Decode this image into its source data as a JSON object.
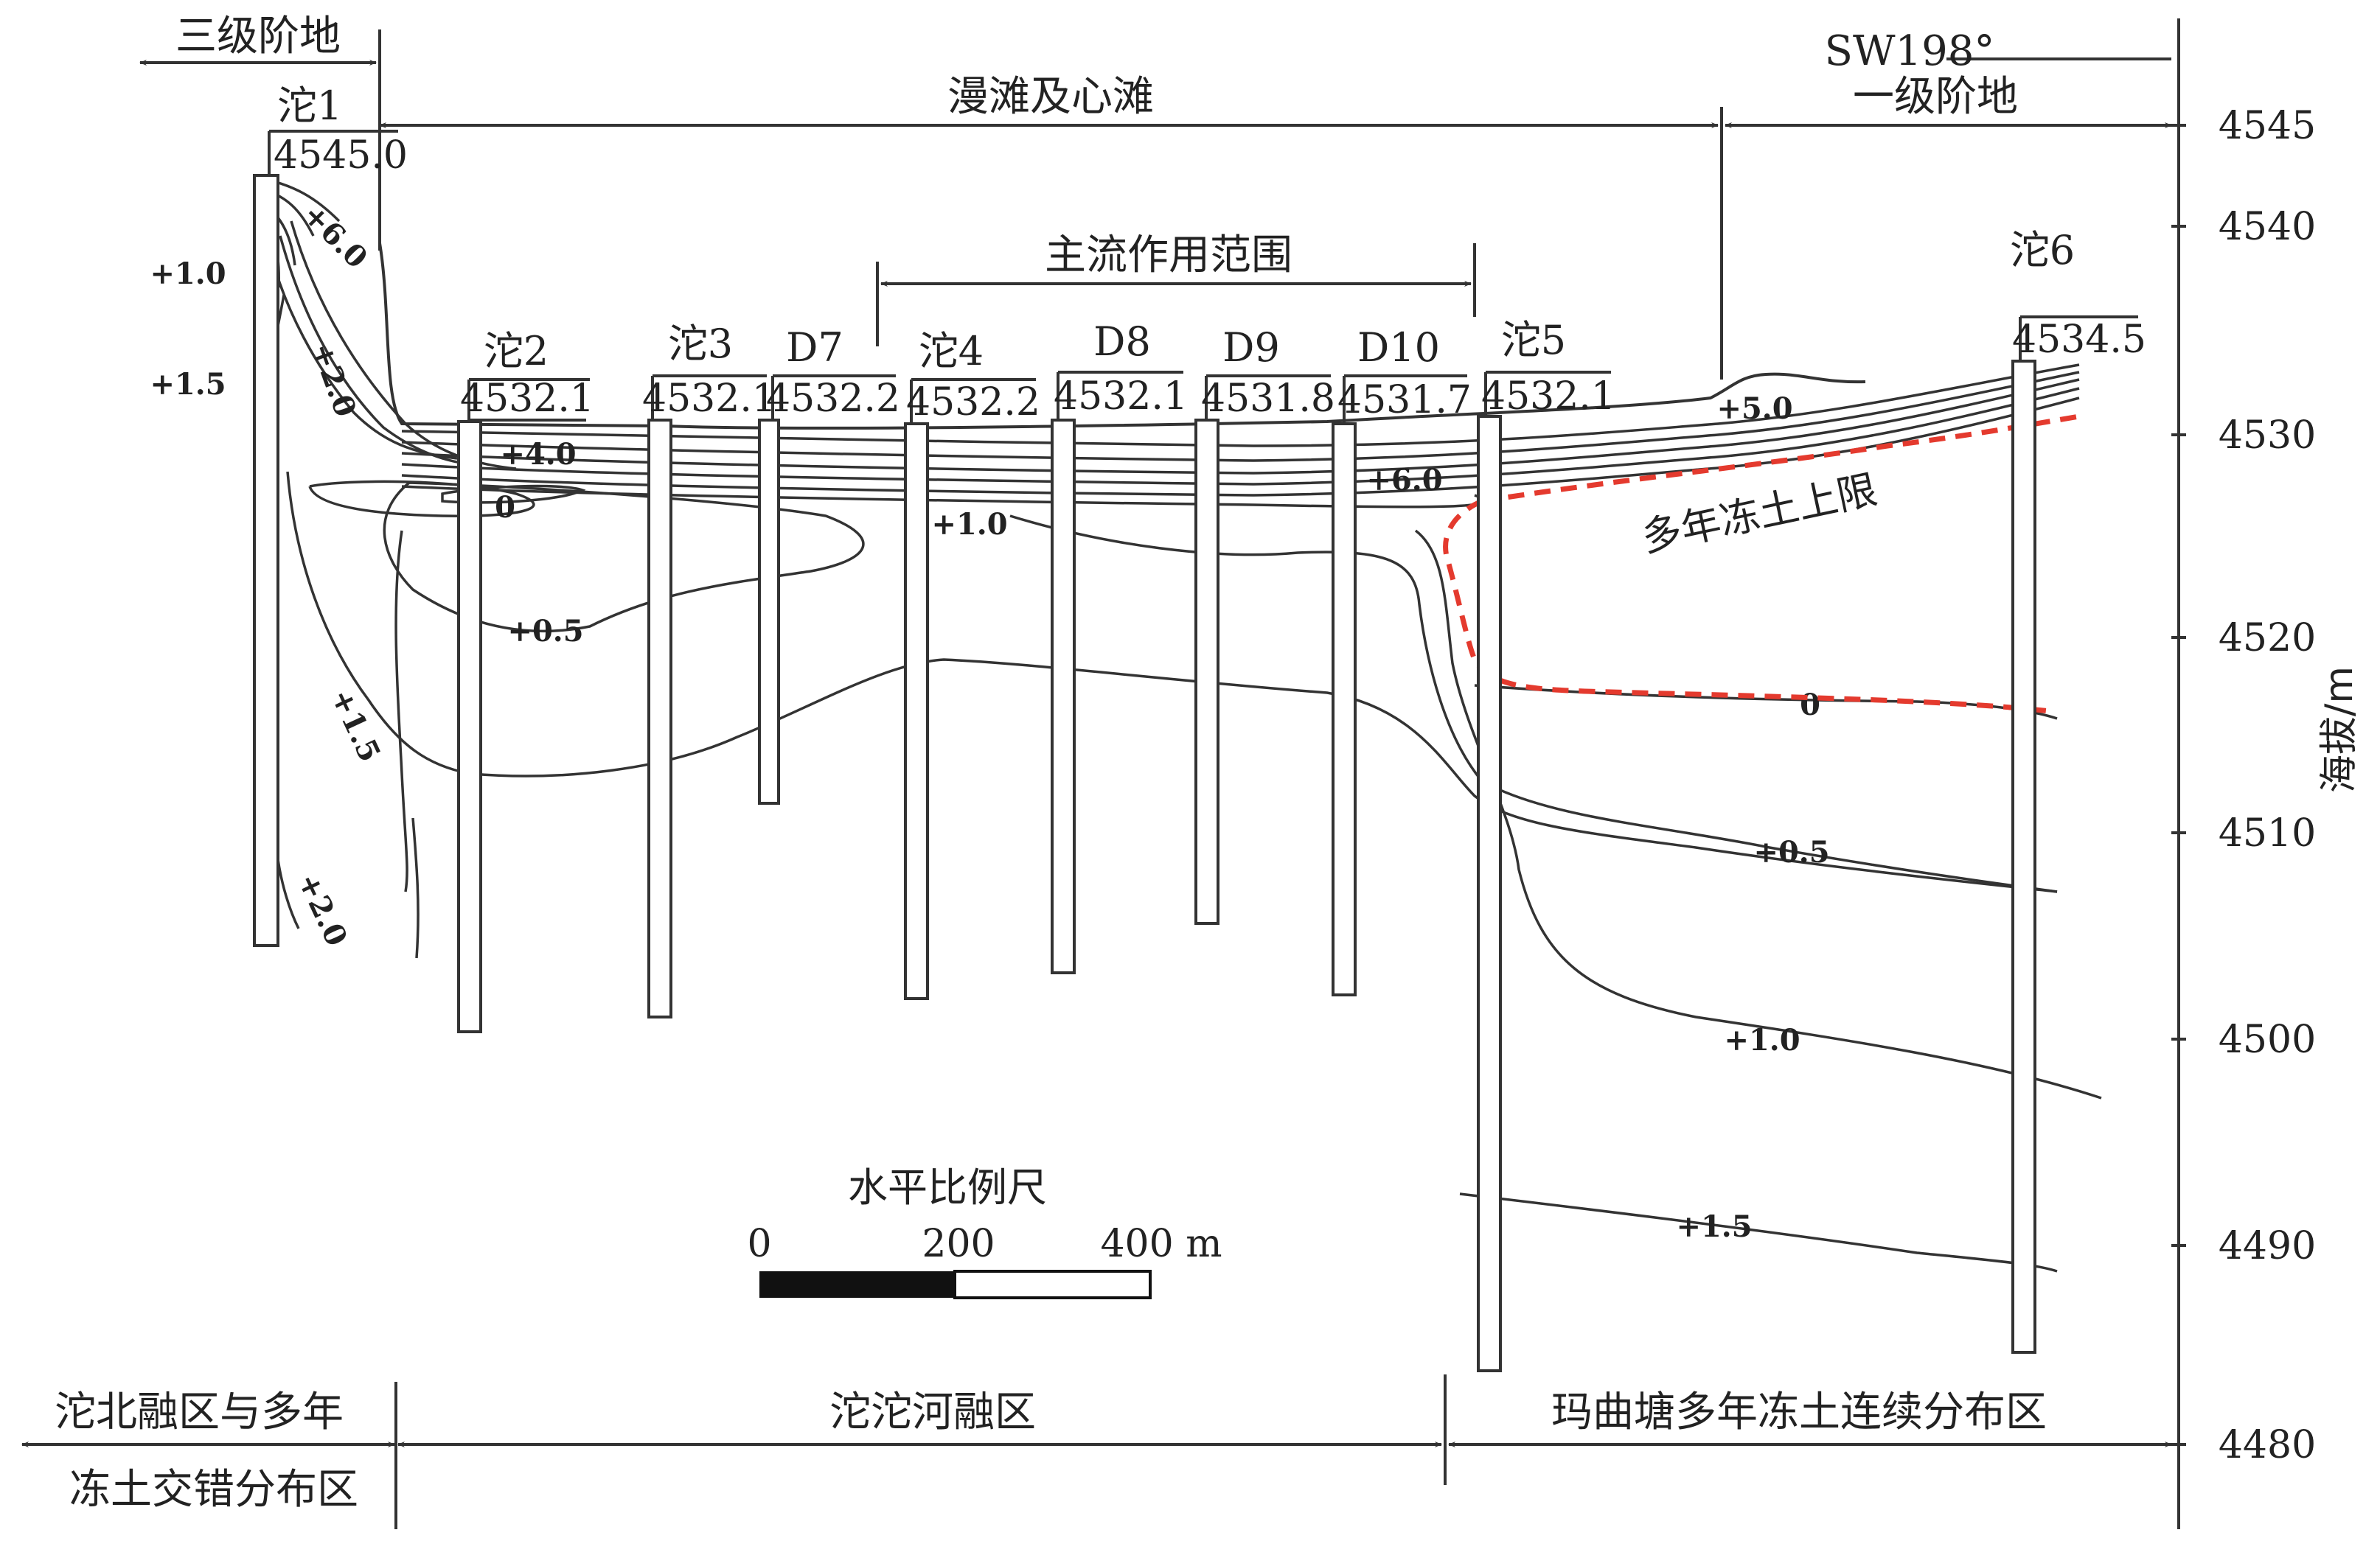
{
  "zones_top": {
    "terrace3": "三级阶地",
    "floodplain": "漫滩及心滩",
    "terrace1": "一级阶地",
    "mainstream": "主流作用范围",
    "direction": "SW198°"
  },
  "boreholes": [
    {
      "id": "b1",
      "name": "沱1",
      "elev": "4545.0"
    },
    {
      "id": "b2",
      "name": "沱2",
      "elev": "4532.1"
    },
    {
      "id": "b3",
      "name": "沱3",
      "elev": "4532.1"
    },
    {
      "id": "d7",
      "name": "D7",
      "elev": "4532.2"
    },
    {
      "id": "b4",
      "name": "沱4",
      "elev": "4532.2"
    },
    {
      "id": "d8",
      "name": "D8",
      "elev": "4532.1"
    },
    {
      "id": "d9",
      "name": "D9",
      "elev": "4531.8"
    },
    {
      "id": "d10",
      "name": "D10",
      "elev": "4531.7"
    },
    {
      "id": "b5",
      "name": "沱5",
      "elev": "4532.1"
    },
    {
      "id": "b6",
      "name": "沱6",
      "elev": "4534.5"
    }
  ],
  "isotherm_labels": {
    "p1_0_left": "+1.0",
    "p1_5_left": "+1.5",
    "p6_0_top": "+6.0",
    "p2_0_left": "+2.0",
    "p4_0": "+4.0",
    "zero_left": "0",
    "p0_5_left": "+0.5",
    "p1_5_mid": "+1.5",
    "p2_0_bottom": "+2.0",
    "p1_0_mid": "+1.0",
    "p6_0_right": "+6.0",
    "p5_0": "+5.0",
    "zero_right": "0",
    "p0_5_right": "+0.5",
    "p1_0_right": "+1.0",
    "p1_5_right": "+1.5"
  },
  "permafrost_label": "多年冻土上限",
  "scale_bar": {
    "title": "水平比例尺",
    "ticks": [
      "0",
      "200",
      "400 m"
    ]
  },
  "y_axis": {
    "label": "海拔/m",
    "ticks": [
      "4545",
      "4540",
      "4530",
      "4520",
      "4510",
      "4500",
      "4490",
      "4480"
    ]
  },
  "zones_bottom": {
    "left_line1": "沱北融区与多年",
    "left_line2": "冻土交错分布区",
    "middle": "沱沱河融区",
    "right": "玛曲塘多年冻土连续分布区"
  },
  "colors": {
    "line": "#333333",
    "permafrost_table": "#e43a2e"
  }
}
